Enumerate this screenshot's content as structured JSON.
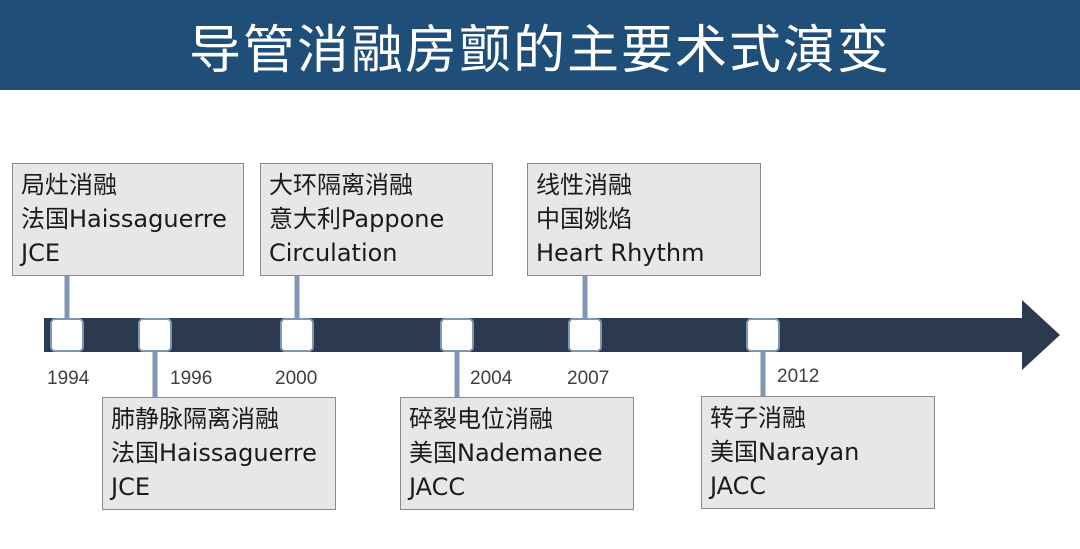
{
  "title": "导管消融房颤的主要术式演变",
  "colors": {
    "header_bg": "#1f4e79",
    "arrow": "#2c3a4f",
    "connector": "#7f97b2",
    "box_bg": "#e7e7e7",
    "box_border": "#8a8a8a"
  },
  "events": [
    {
      "year": "1994",
      "lines": [
        "局灶消融",
        "法国Haissaguerre",
        "JCE"
      ],
      "position": "above"
    },
    {
      "year": "1996",
      "lines": [
        "肺静脉隔离消融",
        "法国Haissaguerre",
        "JCE"
      ],
      "position": "below"
    },
    {
      "year": "2000",
      "lines": [
        "大环隔离消融",
        "意大利Pappone",
        "Circulation"
      ],
      "position": "above"
    },
    {
      "year": "2004",
      "lines": [
        "碎裂电位消融",
        "美国Nademanee",
        "JACC"
      ],
      "position": "below"
    },
    {
      "year": "2007",
      "lines": [
        "线性消融",
        "中国姚焰",
        "Heart Rhythm"
      ],
      "position": "above"
    },
    {
      "year": "2012",
      "lines": [
        "转子消融",
        "美国Narayan",
        "JACC"
      ],
      "position": "below"
    }
  ]
}
